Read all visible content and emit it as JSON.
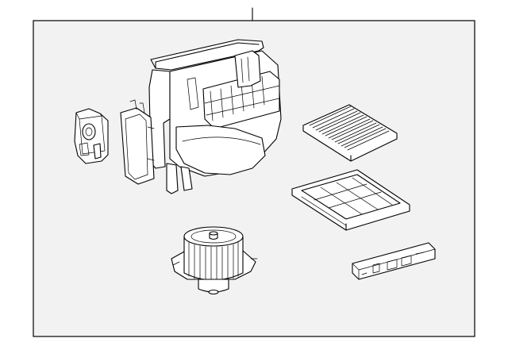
{
  "diagram": {
    "type": "parts-exploded-diagram",
    "colors": {
      "panel_fill": "#f2f2f2",
      "line": "#000000",
      "part_fill": "#ffffff",
      "page_background": "#ffffff"
    },
    "parts": [
      {
        "id": "blower-housing-assembly",
        "icon": "hvac-housing-icon"
      },
      {
        "id": "servo-motor",
        "icon": "servo-motor-icon"
      },
      {
        "id": "housing-side-cover",
        "icon": "cover-plate-icon"
      },
      {
        "id": "cabin-air-filter",
        "icon": "filter-icon"
      },
      {
        "id": "filter-frame",
        "icon": "filter-tray-icon"
      },
      {
        "id": "blower-motor-fan",
        "icon": "blower-fan-icon"
      },
      {
        "id": "filter-access-cover",
        "icon": "access-cover-icon"
      }
    ]
  }
}
